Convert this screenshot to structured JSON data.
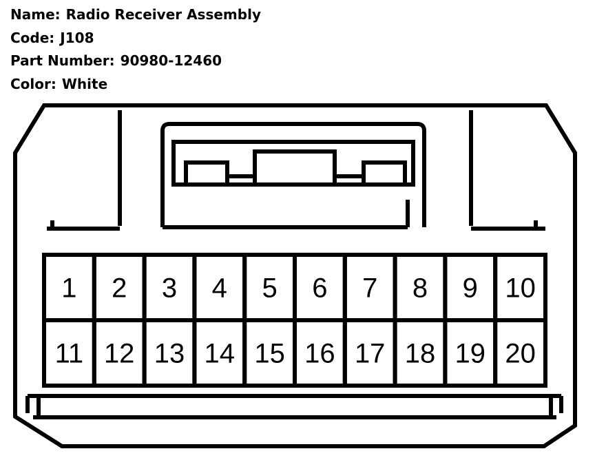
{
  "component": {
    "name_label": "Name:",
    "name": "Radio Receiver Assembly",
    "code_label": "Code:",
    "code": "J108",
    "part_number_label": "Part Number:",
    "part_number": "90980-12460",
    "color_label": "Color:",
    "color": "White"
  },
  "connector": {
    "pin_rows": [
      [
        "1",
        "2",
        "3",
        "4",
        "5",
        "6",
        "7",
        "8",
        "9",
        "10"
      ],
      [
        "11",
        "12",
        "13",
        "14",
        "15",
        "16",
        "17",
        "18",
        "19",
        "20"
      ]
    ]
  },
  "colors": {
    "line": "#000000",
    "background": "#ffffff"
  }
}
